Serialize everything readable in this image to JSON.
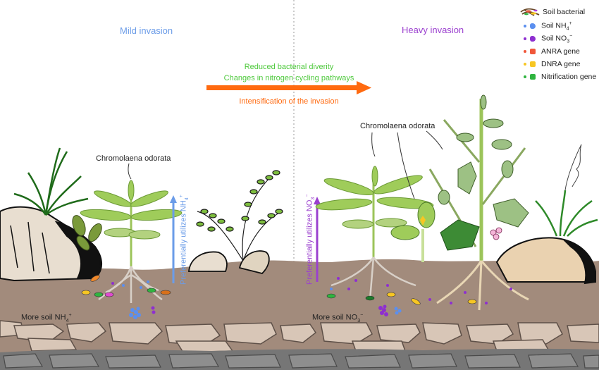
{
  "titles": {
    "mild": "Mild invasion",
    "heavy": "Heavy invasion"
  },
  "arrow_annotations": {
    "line1": "Reduced bacterial diverity",
    "line2": "Changes in nitrogen cycling pathways",
    "below_arrow": "Intensification of the invasion"
  },
  "species_labels": {
    "left": "Chromolaena odorata",
    "right": "Chromolaena odorata"
  },
  "uptake_arrows": {
    "left": {
      "text": "Preferentially utilizes NH",
      "sub": "4",
      "sup": "+"
    },
    "right": {
      "text": "Preferentially utilizes NO",
      "sub": "3",
      "sup": "−"
    }
  },
  "soil_labels": {
    "left": {
      "text": "More soil NH",
      "sub": "4",
      "sup": "+"
    },
    "right": {
      "text": "More soil NO",
      "sub": "3",
      "sup": "−"
    }
  },
  "legend": {
    "items": [
      {
        "icon": "soil-bacteria-icon",
        "label": "Soil bacterial"
      },
      {
        "icon": "ammonium-icon",
        "label": "Soil NH",
        "sub": "4",
        "sup": "+",
        "color": "#5b8fef"
      },
      {
        "icon": "nitrate-icon",
        "label": "Soil NO",
        "sub": "3",
        "sup": "−",
        "color": "#8e2fd0"
      },
      {
        "icon": "anra-gene-icon",
        "label": "ANRA gene",
        "color": "#f0573a"
      },
      {
        "icon": "dnra-gene-icon",
        "label": "DNRA gene",
        "color": "#f7c623"
      },
      {
        "icon": "nitrification-gene-icon",
        "label": "Nitrification gene",
        "color": "#2fb43f"
      }
    ]
  },
  "colors": {
    "mild": "#6b9ce8",
    "heavy": "#9b40cf",
    "arrow": "#ff6a10",
    "green_text": "#4ec93c",
    "soil": "#a08a7b",
    "stone_light": "#d8c6b7",
    "stone_dark": "#7a7a7a"
  }
}
